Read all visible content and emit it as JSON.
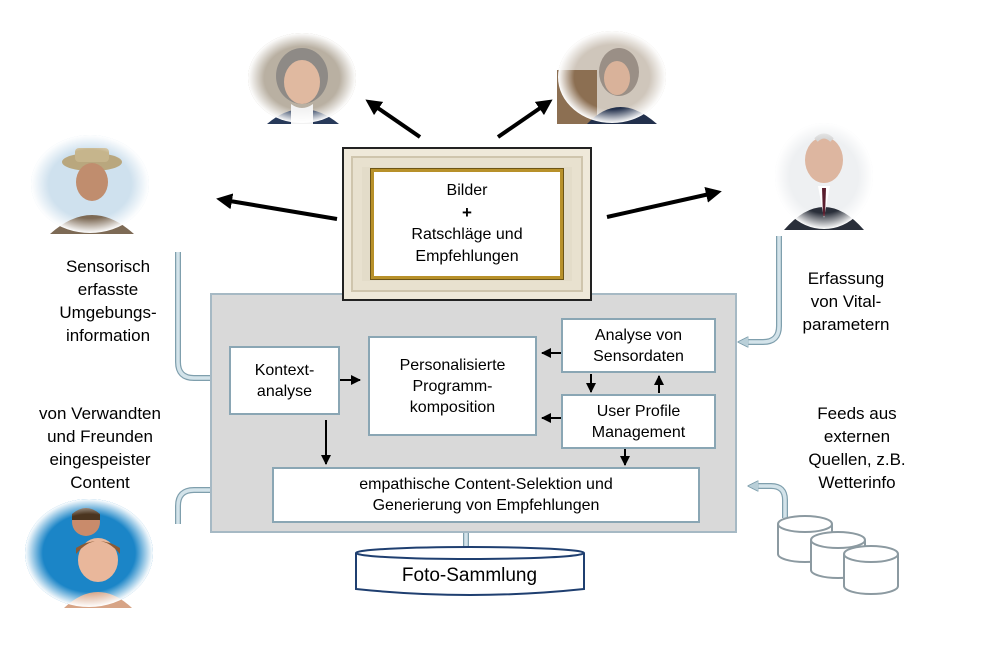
{
  "frame": {
    "line1": "Bilder",
    "plus": "+",
    "line2": "Ratschläge und",
    "line3": "Empfehlungen"
  },
  "left_texts": {
    "sensor": [
      "Sensorisch",
      "erfasste",
      "Umgebungs-",
      "information"
    ],
    "relatives": [
      "von Verwandten",
      "und Freunden",
      "eingespeister",
      "Content"
    ]
  },
  "right_texts": {
    "vital": [
      "Erfassung",
      "von Vital-",
      "parametern"
    ],
    "feeds": [
      "Feeds aus",
      "externen",
      "Quellen, z.B.",
      "Wetterinfo"
    ]
  },
  "boxes": {
    "kontext": "Kontext-\nanalyse",
    "personalisierte": "Personalisierte\nProgramm-\nkomposition",
    "analyse": "Analyse von\nSensordaten",
    "user_profile": "User Profile\nManagement",
    "empathische": "empathische Content-Selektion und\nGenerierung von Empfehlungen"
  },
  "database": {
    "label": "Foto-Sammlung"
  },
  "colors": {
    "panel": "#d9d9d9",
    "box_border": "#8aa6b4",
    "flow_arrow": "#b9cfd8",
    "frame_gold": "#b8912a"
  }
}
